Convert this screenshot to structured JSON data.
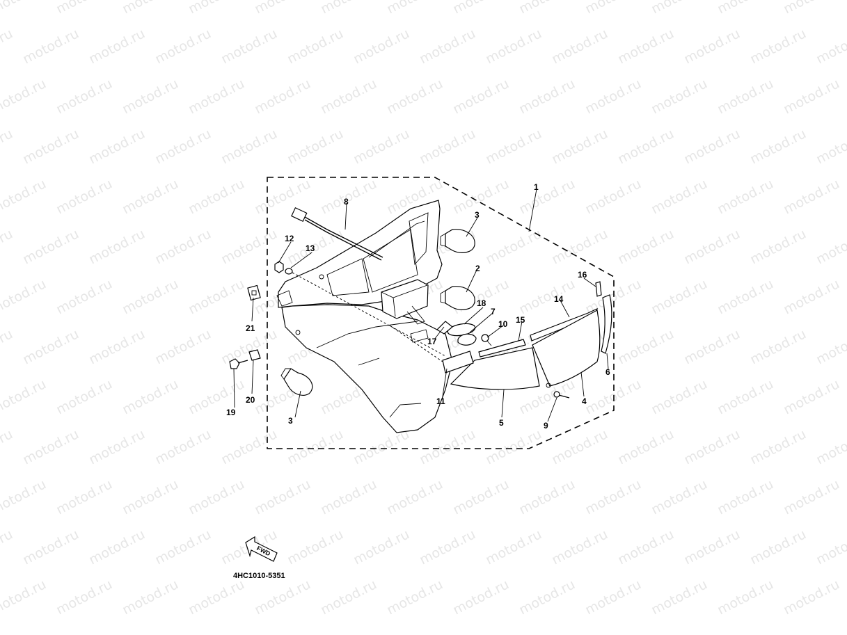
{
  "watermark": "motod.ru",
  "diagram_code": "4HC1010-5351",
  "fwd_label": "FWD",
  "callouts": {
    "c1": "1",
    "c2": "2",
    "c3a": "3",
    "c3b": "3",
    "c4": "4",
    "c5": "5",
    "c6": "6",
    "c7": "7",
    "c8": "8",
    "c9": "9",
    "c10": "10",
    "c11": "11",
    "c12": "12",
    "c13": "13",
    "c14": "14",
    "c15": "15",
    "c16": "16",
    "c17": "17",
    "c18": "18",
    "c19": "19",
    "c20": "20",
    "c21": "21"
  }
}
